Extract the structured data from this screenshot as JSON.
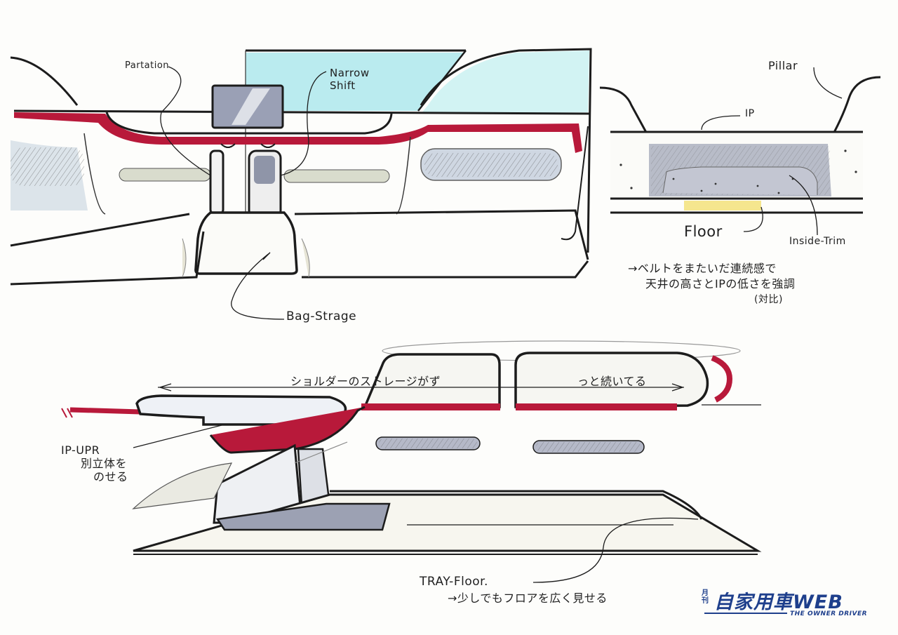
{
  "labels": {
    "partation": "Partation",
    "narrow_shift": "Narrow Shift",
    "pillar": "Pillar",
    "ip": "IP",
    "floor": "Floor",
    "inside_trim": "Inside-Trim",
    "bag_strage": "Bag-Strage",
    "note_line1": "→ベルトをまたいだ連続感で",
    "note_line2": "天井の高さとIPの低さを強調",
    "note_line3": "(対比)",
    "shoulder_a": "ショルダーのストレージがず",
    "shoulder_b": "っと続いてる",
    "ip_upr_1": "IP-UPR",
    "ip_upr_2": "別立体を",
    "ip_upr_3": "のせる",
    "tray_floor": "TRAY-Floor.",
    "tray_note": "→少しでもフロアを広く見せる"
  },
  "logo": {
    "gekkan": "月刊",
    "main": "自家用車WEB",
    "sub": "THE OWNER DRIVER"
  },
  "colors": {
    "ink": "#1c1c1c",
    "accent_red": "#b8193a",
    "glass_cyan": "#aee8ec",
    "shade_gray": "#8f95a8",
    "floor_yellow": "#f3e27a",
    "logo_blue": "#1e3f8c"
  }
}
